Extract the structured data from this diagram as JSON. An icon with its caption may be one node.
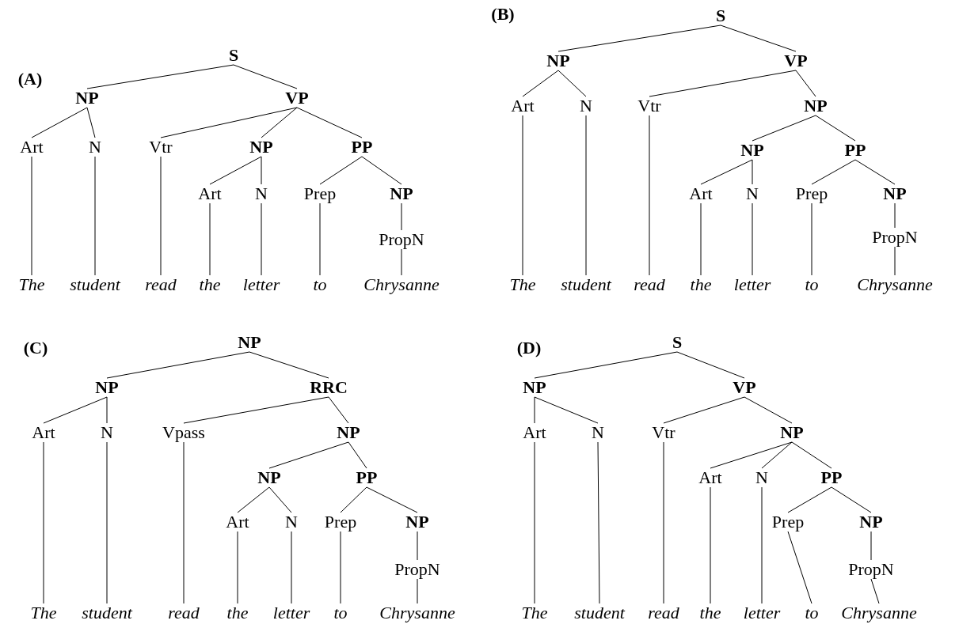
{
  "diagram": {
    "nodes": [
      {
        "text": [
          "S"
        ]
      },
      {
        "text": [
          "NP"
        ]
      },
      {
        "text": [
          "VP"
        ]
      },
      {
        "text": [
          "Art"
        ]
      },
      {
        "text": [
          "N"
        ]
      },
      {
        "text": [
          "Vtr"
        ]
      },
      {
        "text": [
          "NP"
        ]
      },
      {
        "text": [
          "PP"
        ]
      },
      {
        "text": [
          "Art"
        ]
      },
      {
        "text": [
          "N"
        ]
      },
      {
        "text": [
          "Prep"
        ]
      },
      {
        "text": [
          "NP"
        ]
      },
      {
        "text": [
          "PropN"
        ]
      },
      {
        "text": [
          "The"
        ]
      },
      {
        "text": [
          "student"
        ]
      },
      {
        "text": [
          "read"
        ]
      },
      {
        "text": [
          "the"
        ]
      },
      {
        "text": [
          "letter"
        ]
      },
      {
        "text": [
          "to"
        ]
      },
      {
        "text": [
          "Chrysanne"
        ]
      },
      {
        "text": [
          "S"
        ]
      },
      {
        "text": [
          "NP"
        ]
      },
      {
        "text": [
          "VP"
        ]
      },
      {
        "text": [
          "Art"
        ]
      },
      {
        "text": [
          "N"
        ]
      },
      {
        "text": [
          "Vtr"
        ]
      },
      {
        "text": [
          "NP"
        ]
      },
      {
        "text": [
          "NP"
        ]
      },
      {
        "text": [
          "PP"
        ]
      },
      {
        "text": [
          "Art"
        ]
      },
      {
        "text": [
          "N"
        ]
      },
      {
        "text": [
          "Prep"
        ]
      },
      {
        "text": [
          "NP"
        ]
      },
      {
        "text": [
          "PropN"
        ]
      },
      {
        "text": [
          "The"
        ]
      },
      {
        "text": [
          "student"
        ]
      },
      {
        "text": [
          "read"
        ]
      },
      {
        "text": [
          "the"
        ]
      },
      {
        "text": [
          "letter"
        ]
      },
      {
        "text": [
          "to"
        ]
      },
      {
        "text": [
          "Chrysanne"
        ]
      },
      {
        "text": [
          "NP"
        ]
      },
      {
        "text": [
          "NP"
        ]
      },
      {
        "text": [
          "RRC"
        ]
      },
      {
        "text": [
          "Art"
        ]
      },
      {
        "text": [
          "N"
        ]
      },
      {
        "text": [
          "Vpass"
        ]
      },
      {
        "text": [
          "NP"
        ]
      },
      {
        "text": [
          "NP"
        ]
      },
      {
        "text": [
          "PP"
        ]
      },
      {
        "text": [
          "Art"
        ]
      },
      {
        "text": [
          "N"
        ]
      },
      {
        "text": [
          "Prep"
        ]
      },
      {
        "text": [
          "NP"
        ]
      },
      {
        "text": [
          "PropN"
        ]
      },
      {
        "text": [
          "The"
        ]
      },
      {
        "text": [
          "student"
        ]
      },
      {
        "text": [
          "read"
        ]
      },
      {
        "text": [
          "the"
        ]
      },
      {
        "text": [
          "letter"
        ]
      },
      {
        "text": [
          "to"
        ]
      },
      {
        "text": [
          "Chrysanne"
        ]
      },
      {
        "text": [
          "S"
        ]
      },
      {
        "text": [
          "NP"
        ]
      },
      {
        "text": [
          "VP"
        ]
      },
      {
        "text": [
          "Art"
        ]
      },
      {
        "text": [
          "N"
        ]
      },
      {
        "text": [
          "Vtr"
        ]
      },
      {
        "text": [
          "NP"
        ]
      },
      {
        "text": [
          "Art"
        ]
      },
      {
        "text": [
          "N"
        ]
      },
      {
        "text": [
          "PP"
        ]
      },
      {
        "text": [
          "Prep"
        ]
      },
      {
        "text": [
          "NP"
        ]
      },
      {
        "text": [
          "PropN"
        ]
      },
      {
        "text": [
          "The"
        ]
      },
      {
        "text": [
          "student"
        ]
      },
      {
        "text": [
          "read"
        ]
      },
      {
        "text": [
          "the"
        ]
      },
      {
        "text": [
          "letter"
        ]
      },
      {
        "text": [
          "to"
        ]
      },
      {
        "text": [
          "Chrysanne"
        ]
      }
    ],
    "edges": [
      {
        "from": 0,
        "to": 1,
        "arrow": "none"
      },
      {
        "from": 0,
        "to": 2,
        "arrow": "none"
      },
      {
        "from": 1,
        "to": 3,
        "arrow": "none"
      },
      {
        "from": 1,
        "to": 4,
        "arrow": "none"
      },
      {
        "from": 2,
        "to": 5,
        "arrow": "none"
      },
      {
        "from": 2,
        "to": 6,
        "arrow": "none"
      },
      {
        "from": 2,
        "to": 7,
        "arrow": "none"
      },
      {
        "from": 6,
        "to": 8,
        "arrow": "none"
      },
      {
        "from": 6,
        "to": 9,
        "arrow": "none"
      },
      {
        "from": 7,
        "to": 10,
        "arrow": "none"
      },
      {
        "from": 7,
        "to": 11,
        "arrow": "none"
      },
      {
        "from": 11,
        "to": 12,
        "arrow": "none"
      },
      {
        "from": 3,
        "to": 13,
        "arrow": "none"
      },
      {
        "from": 4,
        "to": 14,
        "arrow": "none"
      },
      {
        "from": 5,
        "to": 15,
        "arrow": "none"
      },
      {
        "from": 8,
        "to": 16,
        "arrow": "none"
      },
      {
        "from": 9,
        "to": 17,
        "arrow": "none"
      },
      {
        "from": 10,
        "to": 18,
        "arrow": "none"
      },
      {
        "from": 12,
        "to": 19,
        "arrow": "none"
      },
      {
        "from": 20,
        "to": 21,
        "arrow": "none"
      },
      {
        "from": 20,
        "to": 22,
        "arrow": "none"
      },
      {
        "from": 21,
        "to": 23,
        "arrow": "none"
      },
      {
        "from": 21,
        "to": 24,
        "arrow": "none"
      },
      {
        "from": 22,
        "to": 25,
        "arrow": "none"
      },
      {
        "from": 22,
        "to": 26,
        "arrow": "none"
      },
      {
        "from": 26,
        "to": 27,
        "arrow": "none"
      },
      {
        "from": 26,
        "to": 28,
        "arrow": "none"
      },
      {
        "from": 27,
        "to": 29,
        "arrow": "none"
      },
      {
        "from": 27,
        "to": 30,
        "arrow": "none"
      },
      {
        "from": 28,
        "to": 31,
        "arrow": "none"
      },
      {
        "from": 28,
        "to": 32,
        "arrow": "none"
      },
      {
        "from": 32,
        "to": 33,
        "arrow": "none"
      },
      {
        "from": 23,
        "to": 34,
        "arrow": "none"
      },
      {
        "from": 24,
        "to": 35,
        "arrow": "none"
      },
      {
        "from": 25,
        "to": 36,
        "arrow": "none"
      },
      {
        "from": 29,
        "to": 37,
        "arrow": "none"
      },
      {
        "from": 30,
        "to": 38,
        "arrow": "none"
      },
      {
        "from": 31,
        "to": 39,
        "arrow": "none"
      },
      {
        "from": 33,
        "to": 40,
        "arrow": "none"
      },
      {
        "from": 41,
        "to": 42,
        "arrow": "none"
      },
      {
        "from": 41,
        "to": 43,
        "arrow": "none"
      },
      {
        "from": 42,
        "to": 44,
        "arrow": "none"
      },
      {
        "from": 42,
        "to": 45,
        "arrow": "none"
      },
      {
        "from": 43,
        "to": 46,
        "arrow": "none"
      },
      {
        "from": 43,
        "to": 47,
        "arrow": "none"
      },
      {
        "from": 47,
        "to": 48,
        "arrow": "none"
      },
      {
        "from": 47,
        "to": 49,
        "arrow": "none"
      },
      {
        "from": 48,
        "to": 50,
        "arrow": "none"
      },
      {
        "from": 48,
        "to": 51,
        "arrow": "none"
      },
      {
        "from": 49,
        "to": 52,
        "arrow": "none"
      },
      {
        "from": 49,
        "to": 53,
        "arrow": "none"
      },
      {
        "from": 53,
        "to": 54,
        "arrow": "none"
      },
      {
        "from": 44,
        "to": 55,
        "arrow": "none"
      },
      {
        "from": 45,
        "to": 56,
        "arrow": "none"
      },
      {
        "from": 46,
        "to": 57,
        "arrow": "none"
      },
      {
        "from": 50,
        "to": 58,
        "arrow": "none"
      },
      {
        "from": 51,
        "to": 59,
        "arrow": "none"
      },
      {
        "from": 52,
        "to": 60,
        "arrow": "none"
      },
      {
        "from": 54,
        "to": 61,
        "arrow": "none"
      },
      {
        "from": 62,
        "to": 63,
        "arrow": "none"
      },
      {
        "from": 62,
        "to": 64,
        "arrow": "none"
      },
      {
        "from": 63,
        "to": 65,
        "arrow": "none"
      },
      {
        "from": 63,
        "to": 66,
        "arrow": "none"
      },
      {
        "from": 64,
        "to": 67,
        "arrow": "none"
      },
      {
        "from": 64,
        "to": 68,
        "arrow": "none"
      },
      {
        "from": 68,
        "to": 69,
        "arrow": "none"
      },
      {
        "from": 68,
        "to": 70,
        "arrow": "none"
      },
      {
        "from": 68,
        "to": 71,
        "arrow": "none"
      },
      {
        "from": 71,
        "to": 72,
        "arrow": "none"
      },
      {
        "from": 71,
        "to": 73,
        "arrow": "none"
      },
      {
        "from": 73,
        "to": 74,
        "arrow": "none"
      },
      {
        "from": 65,
        "to": 75,
        "arrow": "none"
      },
      {
        "from": 66,
        "to": 76,
        "arrow": "none"
      },
      {
        "from": 67,
        "to": 77,
        "arrow": "none"
      },
      {
        "from": 69,
        "to": 78,
        "arrow": "none"
      },
      {
        "from": 70,
        "to": 79,
        "arrow": "none"
      },
      {
        "from": 72,
        "to": 80,
        "arrow": "none"
      },
      {
        "from": 74,
        "to": 81,
        "arrow": "none"
      }
    ],
    "labels": [
      "(A)",
      "(B)",
      "(C)",
      "(D)"
    ]
  }
}
